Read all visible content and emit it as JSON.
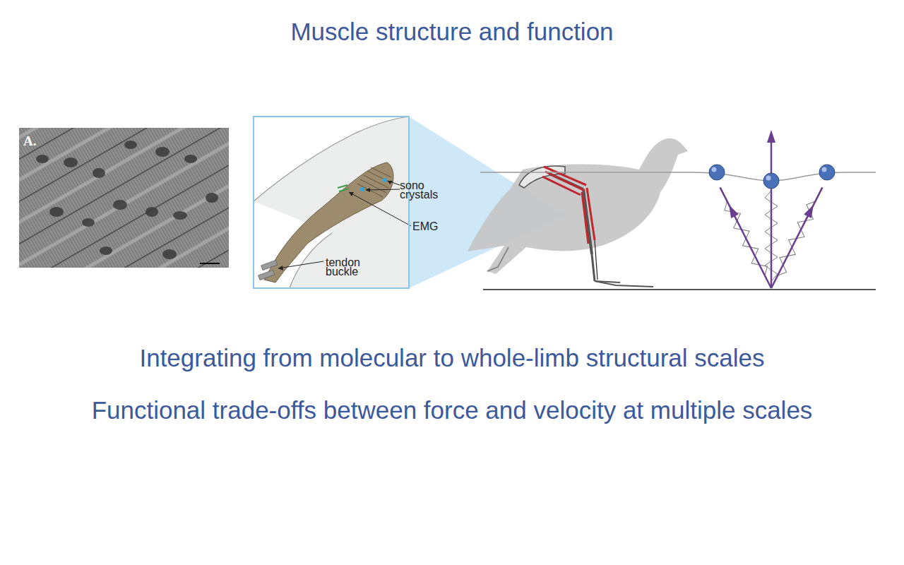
{
  "diagram": {
    "title": "Muscle structure and function",
    "nodes": [
      {
        "text": [
          "A."
        ]
      }
    ],
    "labels": [
      "sono crystals",
      "EMG",
      "tendon buckle",
      "Integrating from molecular to whole-limb structural scales",
      "Functional trade-offs between force and velocity at multiple scales"
    ]
  }
}
